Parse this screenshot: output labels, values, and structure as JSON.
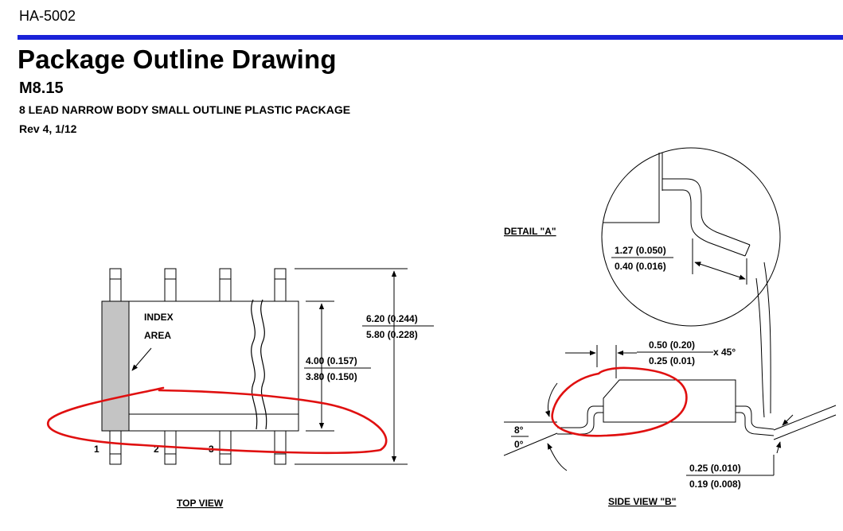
{
  "header": {
    "doc_number": "HA-5002",
    "title": "Package Outline Drawing",
    "package_code": "M8.15",
    "description": "8 LEAD NARROW BODY SMALL OUTLINE PLASTIC PACKAGE",
    "revision": "Rev 4, 1/12",
    "accent_color": "#1a22d8"
  },
  "top_view": {
    "caption": "TOP VIEW",
    "index_label_1": "INDEX",
    "index_label_2": "AREA",
    "pin_labels": [
      "1",
      "2",
      "3"
    ],
    "dim_width_max": "4.00 (0.157)",
    "dim_width_min": "3.80 (0.150)",
    "dim_total_max": "6.20 (0.244)",
    "dim_total_min": "5.80 (0.228)"
  },
  "detail_a": {
    "caption": "DETAIL \"A\"",
    "dim_max": "1.27 (0.050)",
    "dim_min": "0.40 (0.016)"
  },
  "side_view": {
    "caption": "SIDE VIEW \"B\"",
    "chamfer_max": "0.50 (0.20)",
    "chamfer_min": "0.25 (0.01)",
    "chamfer_angle": "x 45°",
    "angle_max": "8°",
    "angle_min": "0°",
    "lead_max": "0.25 (0.010)",
    "lead_min": "0.19 (0.008)"
  },
  "annotation_color": "#e01010"
}
